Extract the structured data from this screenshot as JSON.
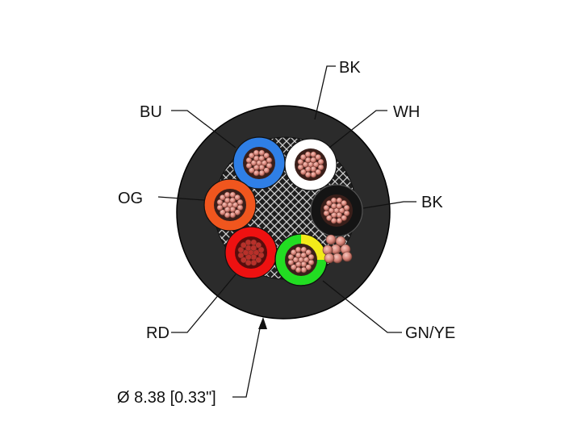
{
  "labels": {
    "bk_top": "BK",
    "wh": "WH",
    "bu": "BU",
    "og": "OG",
    "bk_right": "BK",
    "rd": "RD",
    "gnye": "GN/YE",
    "diameter": "Ø 8.38 [0.33\"]"
  },
  "colors": {
    "jacket": "#2b2b2b",
    "blue": "#2f7fe6",
    "white": "#ffffff",
    "orange": "#f0561e",
    "black": "#141414",
    "red": "#ee1111",
    "green": "#22dd22",
    "yellow": "#f2ea1a",
    "copper": "#d8857a"
  }
}
